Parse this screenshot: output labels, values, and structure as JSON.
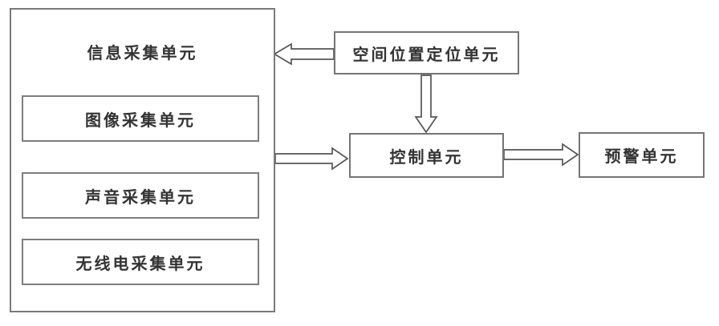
{
  "diagram": {
    "info_collection_unit": {
      "label": "信息采集单元"
    },
    "sub_units": [
      {
        "label": "图像采集单元"
      },
      {
        "label": "声音采集单元"
      },
      {
        "label": "无线电采集单元"
      }
    ],
    "spatial_positioning_unit": {
      "label": "空间位置定位单元"
    },
    "control_unit": {
      "label": "控制单元"
    },
    "warning_unit": {
      "label": "预警单元"
    }
  },
  "connections": [
    {
      "from": "空间位置定位单元",
      "to": "信息采集单元",
      "style": "hollow-arrow",
      "direction": "left"
    },
    {
      "from": "空间位置定位单元",
      "to": "控制单元",
      "style": "hollow-arrow",
      "direction": "down"
    },
    {
      "from": "信息采集单元",
      "to": "控制单元",
      "style": "hollow-arrow",
      "direction": "right"
    },
    {
      "from": "控制单元",
      "to": "预警单元",
      "style": "hollow-arrow",
      "direction": "right"
    }
  ],
  "colors": {
    "background": "#ffffff",
    "box_border": "#757575",
    "arrow_stroke": "#555555",
    "text": "#333333"
  }
}
